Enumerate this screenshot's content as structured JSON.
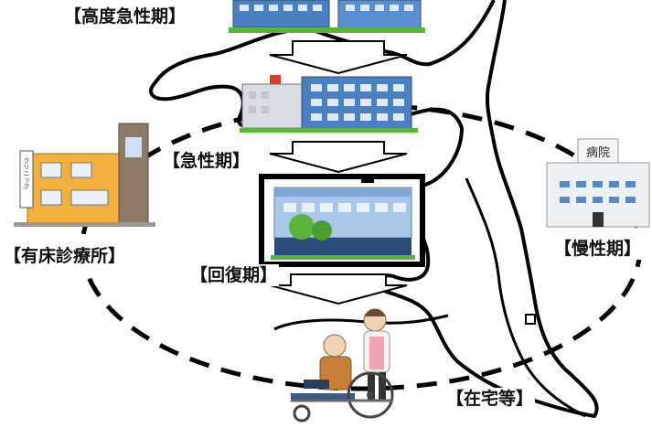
{
  "labels": {
    "high_acute": "【高度急性期】",
    "acute": "【急性期】",
    "clinic_beds": "【有床診療所】",
    "recovery": "【回復期】",
    "chronic": "【慢性期】",
    "home": "【在宅等】"
  },
  "signs": {
    "hospital": "病院",
    "clinic": "クリニック"
  },
  "icons": {
    "high_acute": "hospital-building-icon",
    "acute": "hospital-building-icon",
    "recovery": "hospital-building-icon",
    "clinic_beds": "clinic-building-icon",
    "chronic": "hospital-building-icon",
    "home": "wheelchair-caregiver-icon"
  },
  "colors": {
    "outline": "#000000",
    "arrow_fill": "#ffffff",
    "hospital_blue": "#4a7fc1",
    "clinic_orange": "#f2b13c",
    "hospital_grey": "#e8ecef",
    "grass": "#5cb33a"
  }
}
